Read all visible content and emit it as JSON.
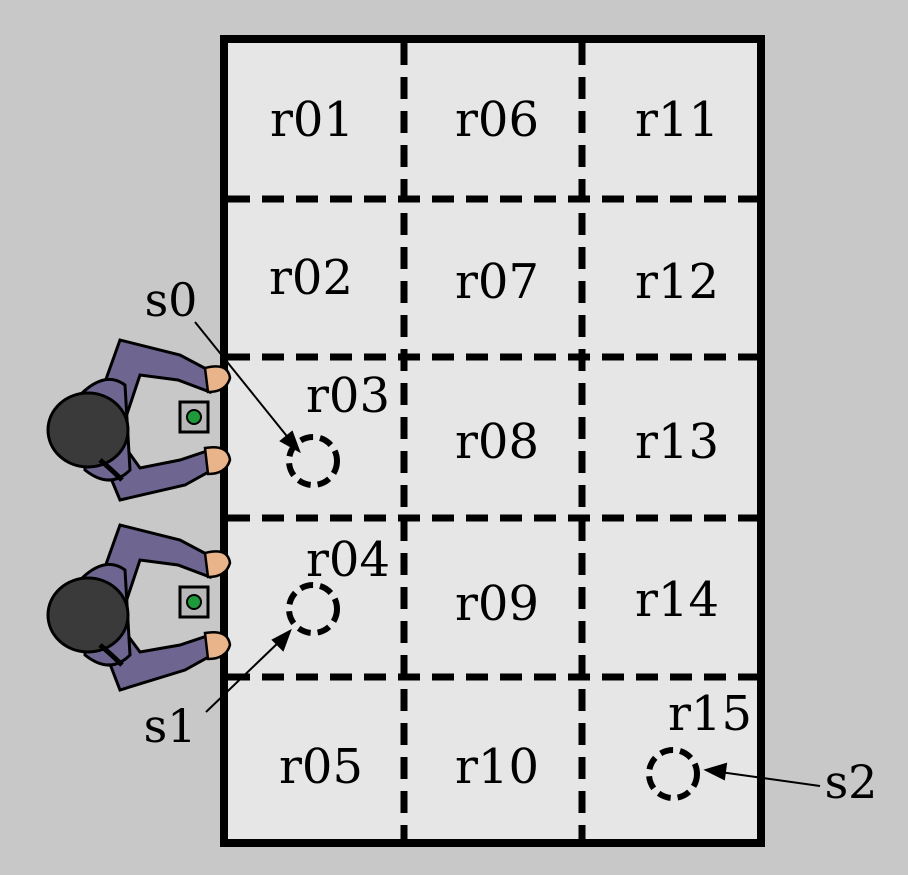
{
  "diagram": {
    "regions": [
      {
        "id": "r01",
        "label": "r01"
      },
      {
        "id": "r02",
        "label": "r02"
      },
      {
        "id": "r03",
        "label": "r03"
      },
      {
        "id": "r04",
        "label": "r04"
      },
      {
        "id": "r05",
        "label": "r05"
      },
      {
        "id": "r06",
        "label": "r06"
      },
      {
        "id": "r07",
        "label": "r07"
      },
      {
        "id": "r08",
        "label": "r08"
      },
      {
        "id": "r09",
        "label": "r09"
      },
      {
        "id": "r10",
        "label": "r10"
      },
      {
        "id": "r11",
        "label": "r11"
      },
      {
        "id": "r12",
        "label": "r12"
      },
      {
        "id": "r13",
        "label": "r13"
      },
      {
        "id": "r14",
        "label": "r14"
      },
      {
        "id": "r15",
        "label": "r15"
      }
    ],
    "spots": [
      {
        "id": "s0",
        "label": "s0",
        "region": "r03"
      },
      {
        "id": "s1",
        "label": "s1",
        "region": "r04"
      },
      {
        "id": "s2",
        "label": "s2",
        "region": "r15"
      }
    ],
    "colors": {
      "background": "#c8c8c8",
      "table": "#e6e6e6",
      "lines": "#000000",
      "shirt": "#6e6690",
      "hair": "#3a3a3a",
      "skin": "#e9b48a",
      "button": "#1f9a3a"
    }
  }
}
